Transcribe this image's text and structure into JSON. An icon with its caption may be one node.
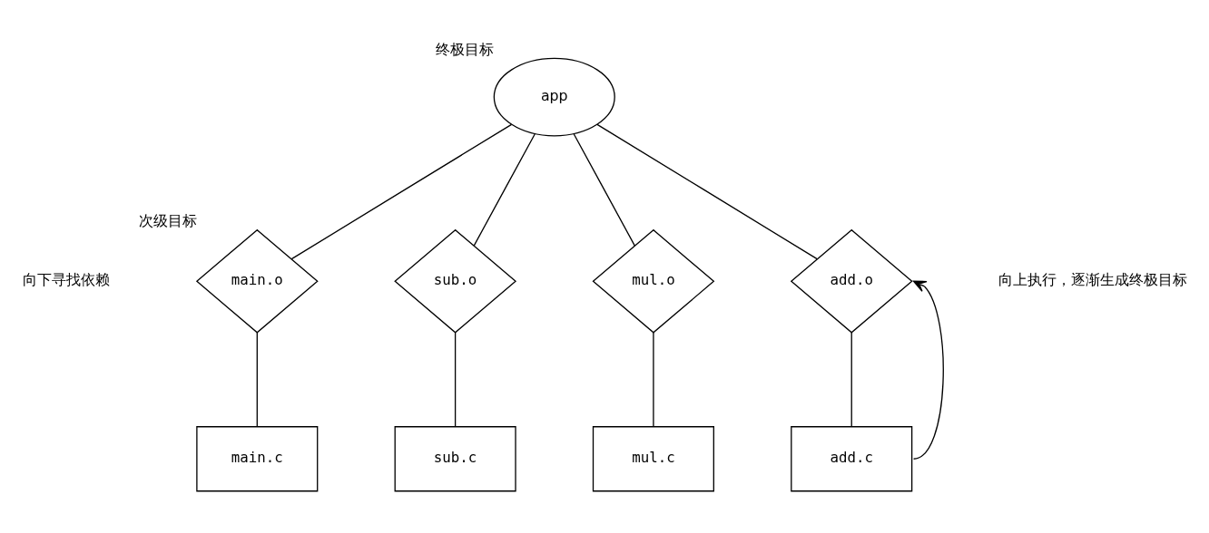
{
  "diagram": {
    "nodes": [
      {
        "text": [
          "app"
        ],
        "beside": [
          "终极目标"
        ]
      },
      {
        "text": [
          "main.o"
        ],
        "beside": [
          "次级目标"
        ]
      },
      {
        "text": [
          "sub.o"
        ]
      },
      {
        "text": [
          "mul.o"
        ]
      },
      {
        "text": [
          "add.o"
        ]
      },
      {
        "text": [
          "main.c"
        ]
      },
      {
        "text": [
          "sub.c"
        ]
      },
      {
        "text": [
          "mul.c"
        ]
      },
      {
        "text": [
          "add.c"
        ]
      }
    ],
    "edges": [
      {
        "from": 0,
        "to": 1,
        "arrow": "none"
      },
      {
        "from": 0,
        "to": 2,
        "arrow": "none"
      },
      {
        "from": 0,
        "to": 3,
        "arrow": "none"
      },
      {
        "from": 0,
        "to": 4,
        "arrow": "none"
      },
      {
        "from": 1,
        "to": 5,
        "arrow": "none"
      },
      {
        "from": 2,
        "to": 6,
        "arrow": "none"
      },
      {
        "from": 3,
        "to": 7,
        "arrow": "none"
      },
      {
        "from": 4,
        "to": 8,
        "arrow": "none"
      },
      {
        "from": 8,
        "to": 4,
        "arrow": "to"
      }
    ],
    "labels": [
      "向下寻找依赖",
      "向上执行，逐渐生成终极目标"
    ]
  }
}
